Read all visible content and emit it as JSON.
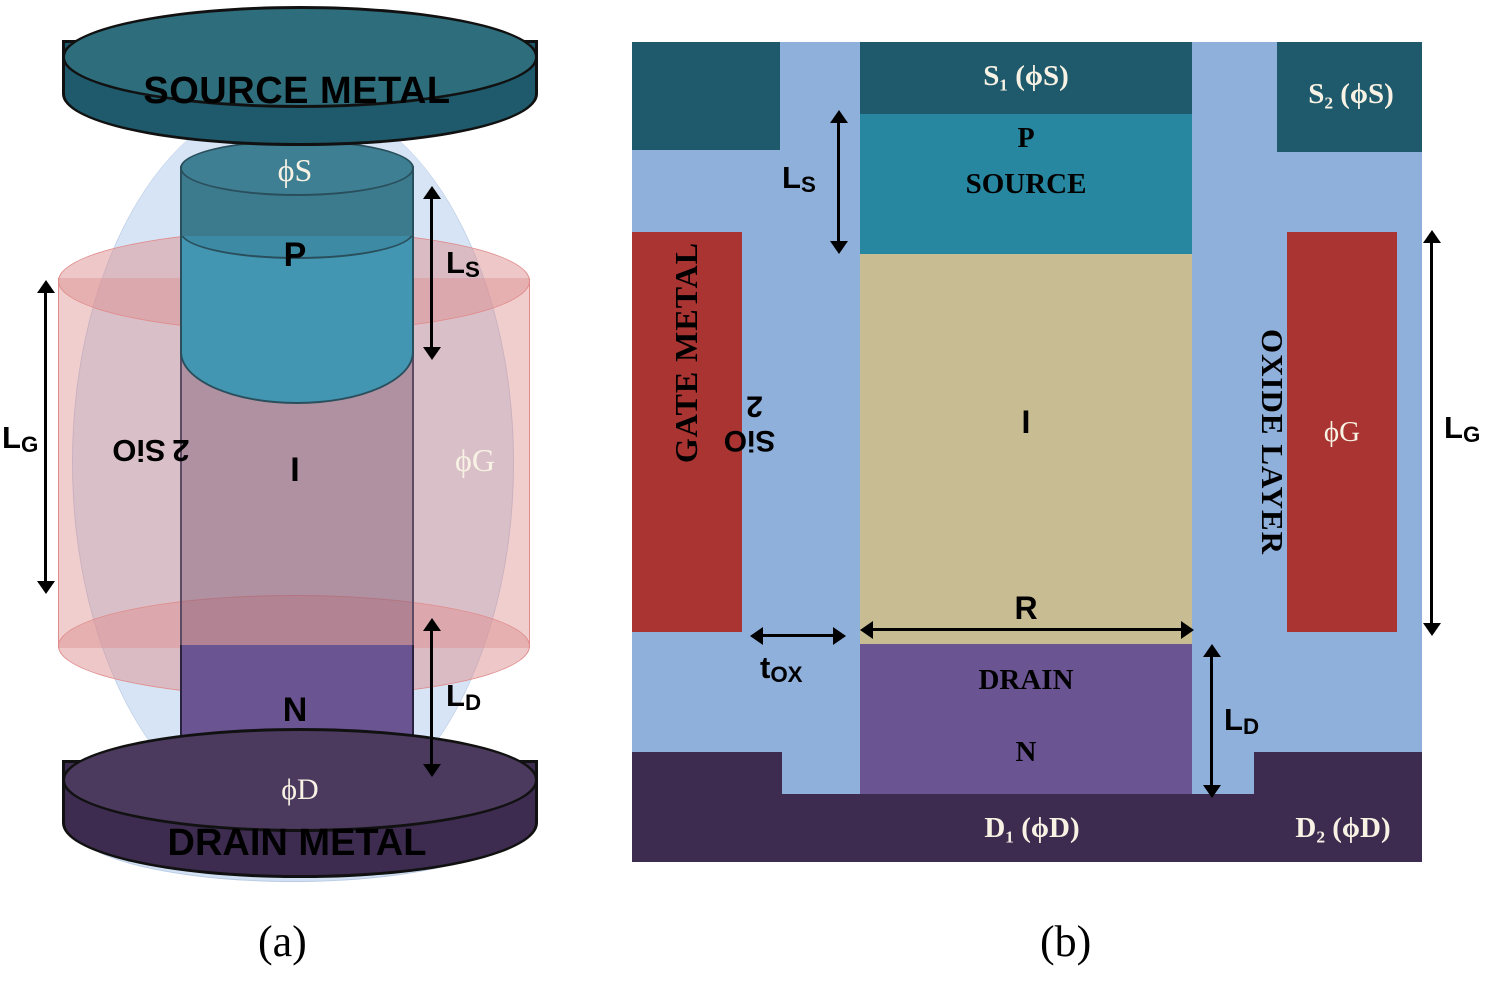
{
  "figure": {
    "caption_a": "(a)",
    "caption_b": "(b)"
  },
  "panel_a": {
    "name": "3D cylindrical gate-all-around PIN TFET schematic",
    "source_metal": "SOURCE METAL",
    "drain_metal": "DRAIN METAL",
    "phi_s": "ϕS",
    "phi_g": "ϕG",
    "phi_d": "ϕD",
    "p_region": "P",
    "i_region": "I",
    "n_region": "N",
    "oxide": "SiO",
    "oxide_sub": "2",
    "dim_ls": "L",
    "dim_ls_sub": "S",
    "dim_lg": "L",
    "dim_lg_sub": "G",
    "dim_ld": "L",
    "dim_ld_sub": "D"
  },
  "panel_b": {
    "name": "2D cross-section of the device",
    "s1": "S₁ (ϕS)",
    "s2": "S₂ (ϕS)",
    "d1": "D₁ (ϕD)",
    "d2": "D₂ (ϕD)",
    "p_label": "P",
    "source_label": "SOURCE",
    "i_label": "I",
    "r_label": "R",
    "drain_label": "DRAIN",
    "n_label": "N",
    "gate_metal": "GATE METAL",
    "oxide_layer": "OXIDE LAYER",
    "oxide": "SiO",
    "oxide_sub": "2",
    "phi_g": "ϕG",
    "dim_ls": "L",
    "dim_ls_sub": "S",
    "dim_lg": "L",
    "dim_lg_sub": "G",
    "dim_ld": "L",
    "dim_ld_sub": "D",
    "dim_tox": "t",
    "dim_tox_sub": "OX"
  },
  "colors": {
    "source_metal": "#1e5a6b",
    "p_source": "#2787a0",
    "oxide": "#8fb0db",
    "channel": "#c8bc92",
    "gate_metal": "#a93432",
    "drain_n": "#6b5492",
    "drain_metal": "#3d2c50",
    "gate_overlay": "#de9292"
  }
}
